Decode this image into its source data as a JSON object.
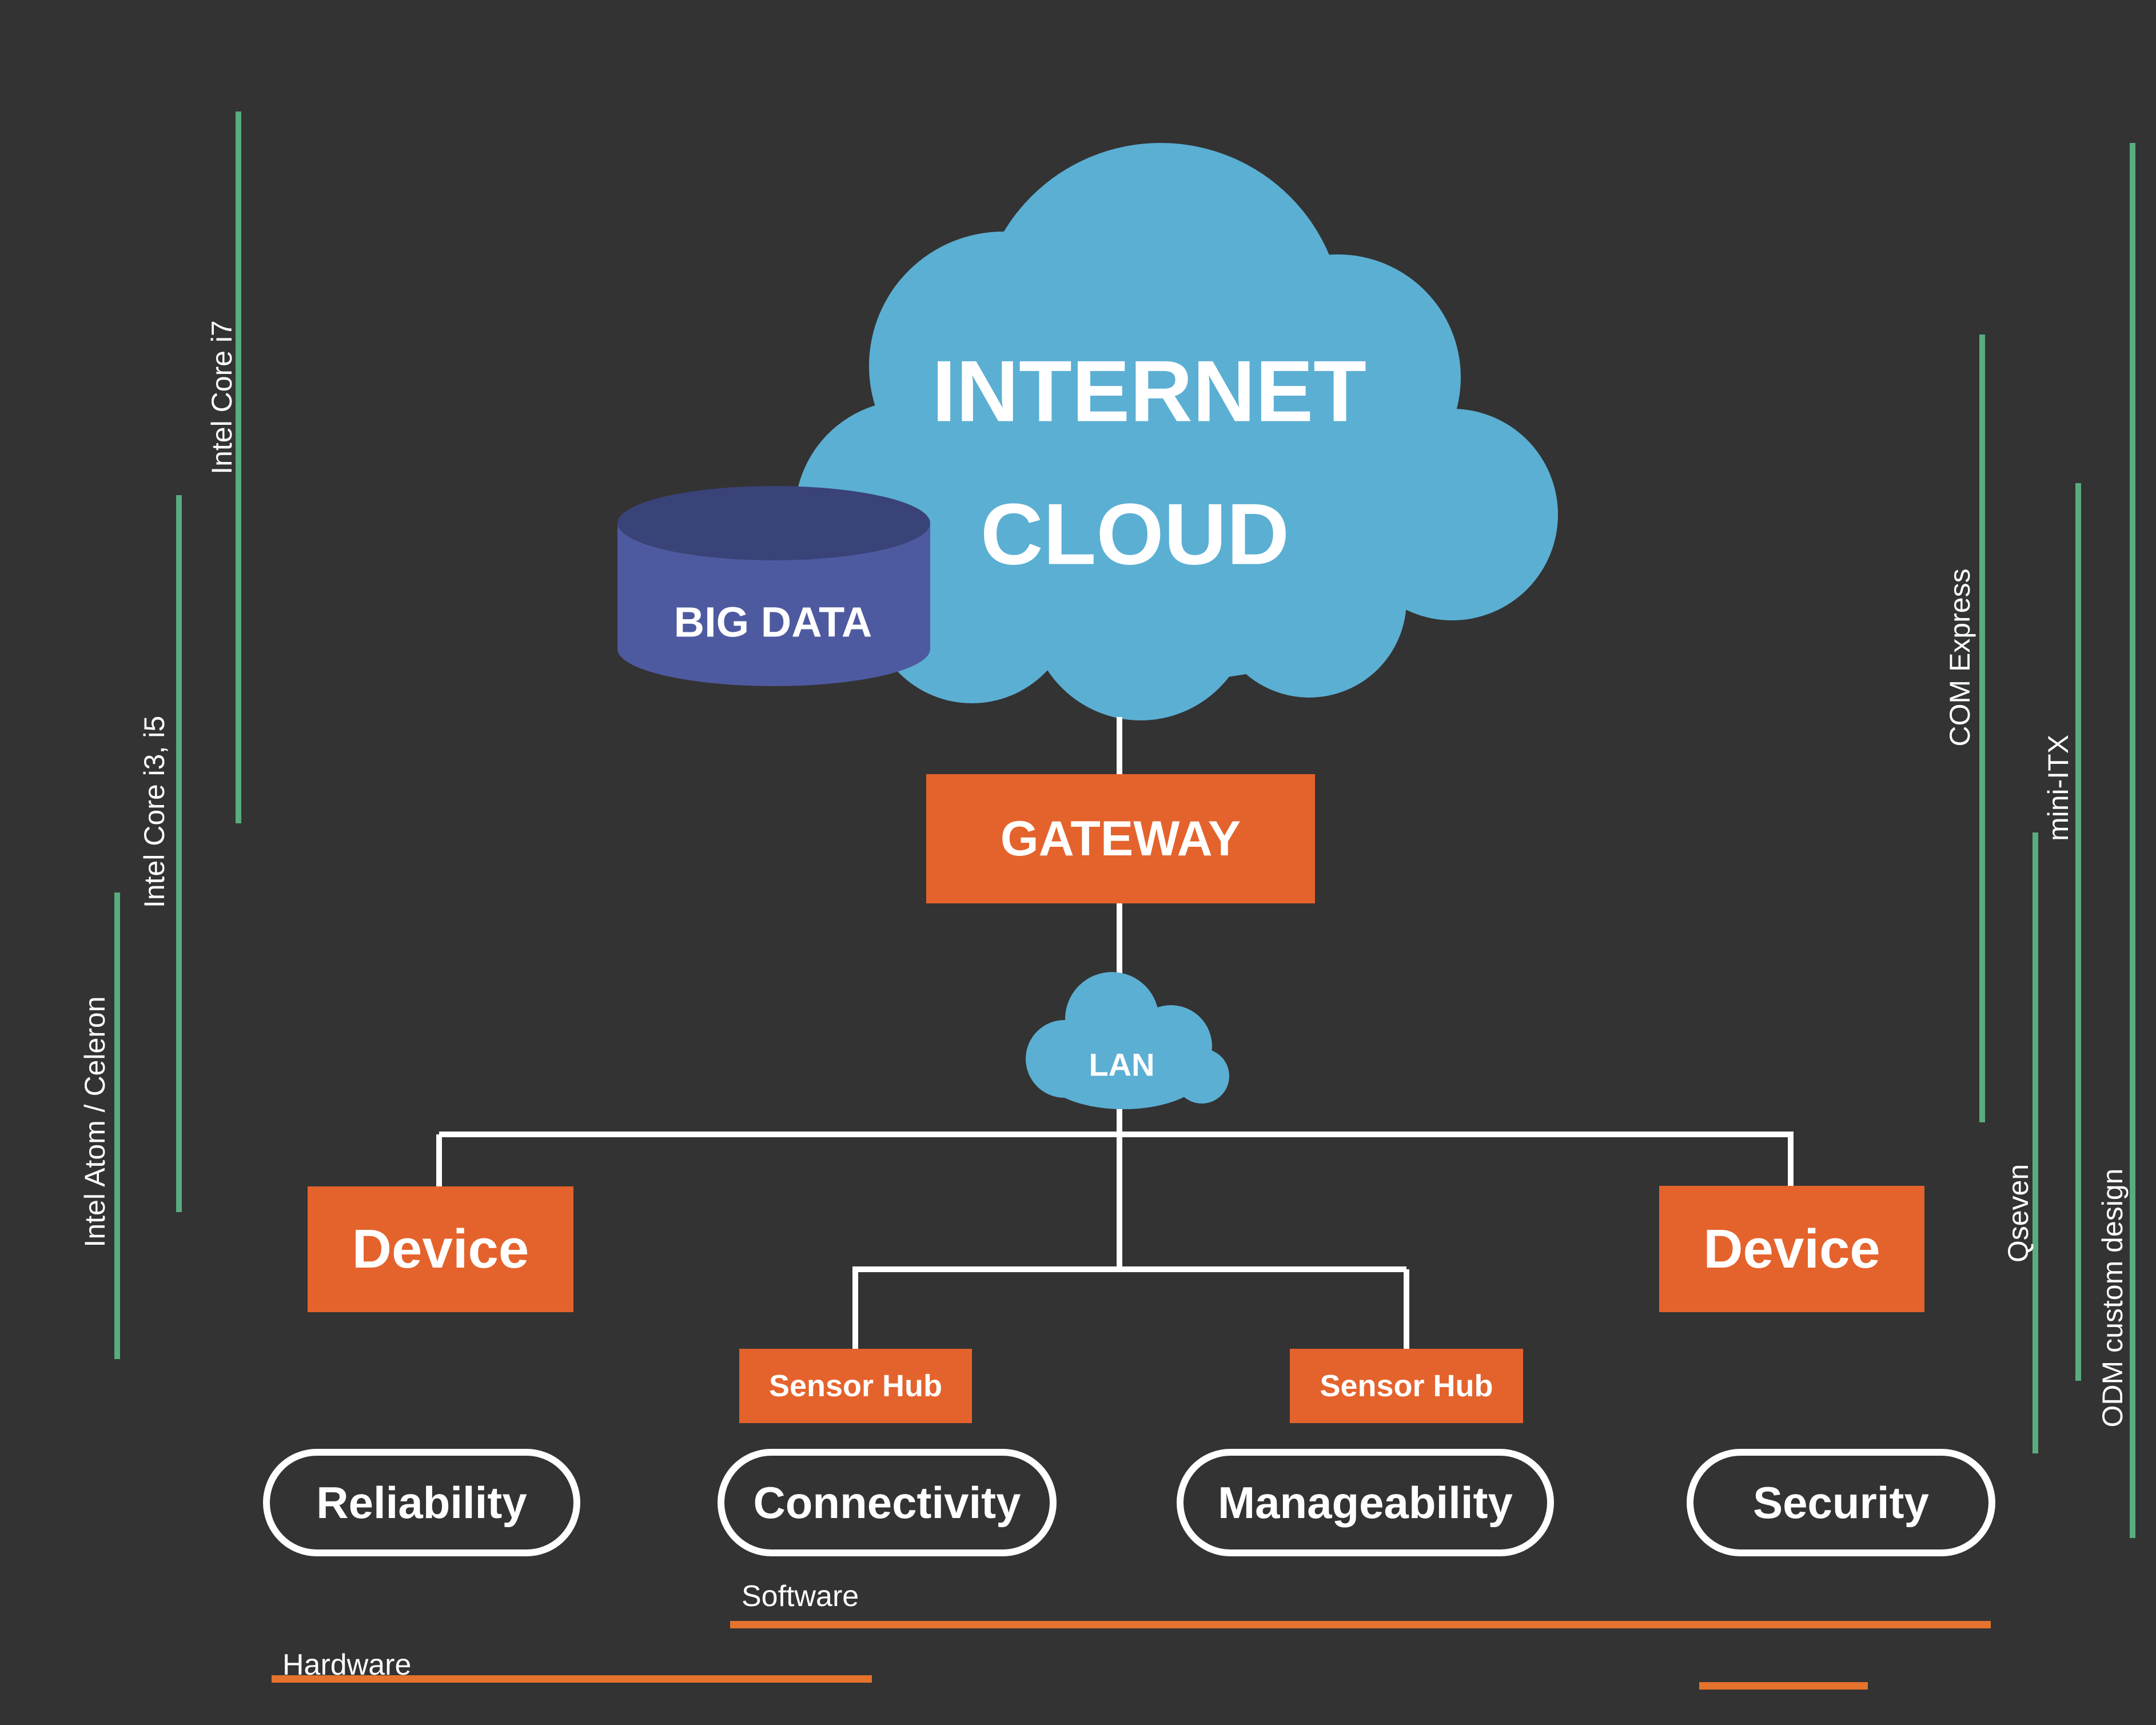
{
  "diagram": {
    "internet_cloud": {
      "line1": "INTERNET",
      "line2": "CLOUD"
    },
    "big_data": {
      "label": "BIG DATA"
    },
    "gateway": {
      "label": "GATEWAY"
    },
    "lan": {
      "label": "LAN"
    },
    "device_left": {
      "label": "Device"
    },
    "device_right": {
      "label": "Device"
    },
    "sensor_hub_left": {
      "label": "Sensor Hub"
    },
    "sensor_hub_right": {
      "label": "Sensor Hub"
    },
    "pills": [
      {
        "label": "Reliability"
      },
      {
        "label": "Connectivity"
      },
      {
        "label": "Manageability"
      },
      {
        "label": "Security"
      }
    ],
    "left_labels": [
      {
        "label": "Intel Core i7"
      },
      {
        "label": "Intel Core i3, i5"
      },
      {
        "label": "Intel Atom / Celeron"
      }
    ],
    "right_labels": [
      {
        "label": "COM Express"
      },
      {
        "label": "mini-ITX"
      },
      {
        "label": "Qseven"
      },
      {
        "label": "ODM custom design"
      }
    ],
    "bottom_labels": {
      "software": "Software",
      "hardware": "Hardware"
    },
    "colors": {
      "background": "#333333",
      "cloud_blue": "#5BAFD3",
      "box_orange": "#E4632C",
      "line_orange": "#E5722D",
      "line_green": "#58AC7E",
      "cylinder_body": "#4E5AA0",
      "cylinder_top": "#3A4378",
      "text_white": "#FFFFFF"
    }
  }
}
